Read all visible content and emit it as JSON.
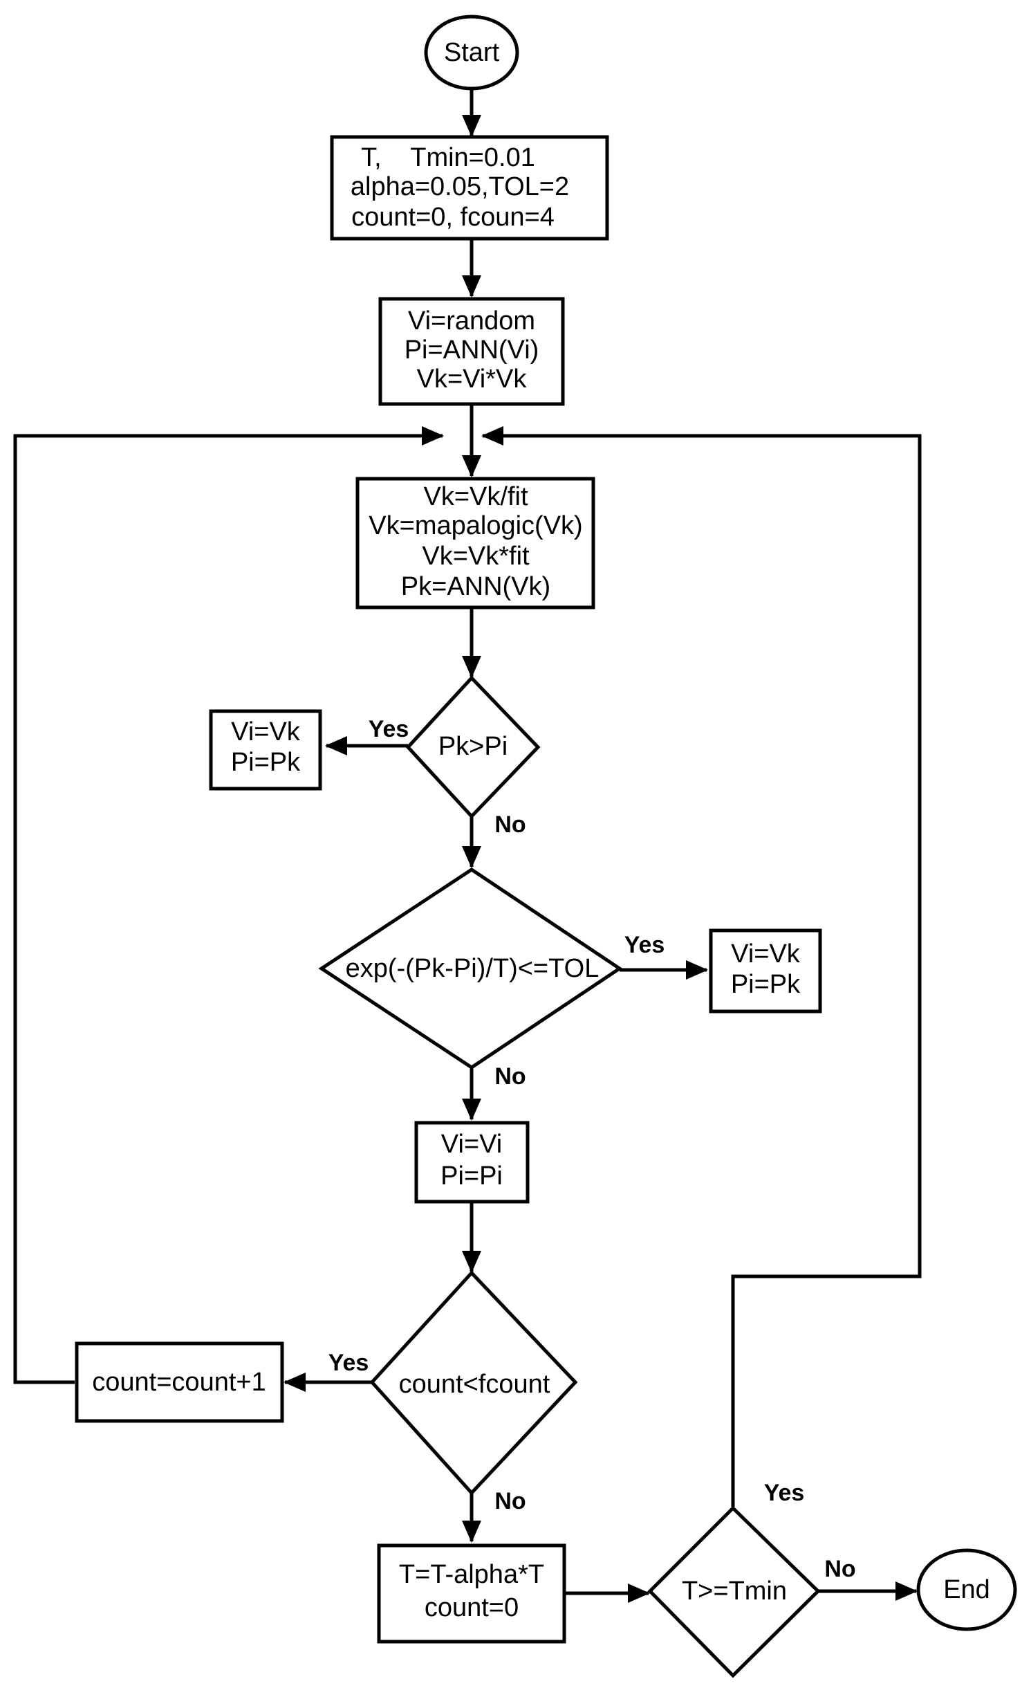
{
  "start": "Start",
  "end": "End",
  "init": [
    "T,    Tmin=0.01",
    "alpha=0.05,TOL=2",
    "count=0, fcoun=4"
  ],
  "random_box": [
    "Vi=random",
    "Pi=ANN(Vi)",
    "Vk=Vi*Vk"
  ],
  "update_box": [
    "Vk=Vk/fit",
    "Vk=mapalogic(Vk)",
    "Vk=Vk*fit",
    "Pk=ANN(Vk)"
  ],
  "decision1": "Pk>Pi",
  "accept1": [
    "Vi=Vk",
    "Pi=Pk"
  ],
  "decision2": "exp(-(Pk-Pi)/T)<=TOL",
  "accept2": [
    "Vi=Vk",
    "Pi=Pk"
  ],
  "keep_box": [
    "Vi=Vi",
    "Pi=Pi"
  ],
  "decision3": "count<fcount",
  "count_box": "count=count+1",
  "cool_box": [
    "T=T-alpha*T",
    "count=0"
  ],
  "decision4": "T>=Tmin",
  "labels": {
    "d1_yes": "Yes",
    "d1_no": "No",
    "d2_yes": "Yes",
    "d2_no": "No",
    "d3_yes": "Yes",
    "d3_no": "No",
    "d4_yes": "Yes",
    "d4_no": "No"
  }
}
